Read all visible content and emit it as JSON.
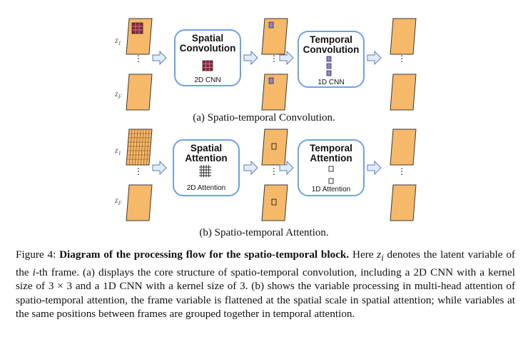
{
  "colors": {
    "frame_fill": "#f6b869",
    "frame_stroke": "#3a3a3a",
    "box_stroke": "#6ea1e8",
    "arrow_fill": "#e3ecf9",
    "arrow_stroke": "#5a7fb6",
    "cnn_kernel": "#8a2840",
    "temporal_kernel": "#8f84d8"
  },
  "top_row": {
    "z_top_label": "z",
    "z_top_sub": "1",
    "z_bottom_label": "z",
    "z_bottom_sub": "F",
    "spatial_box": {
      "title_line1": "Spatial",
      "title_line2": "Convolution",
      "sublabel": "2D CNN"
    },
    "temporal_box": {
      "title_line1": "Temporal",
      "title_line2": "Convolution",
      "sublabel": "1D CNN"
    },
    "subcaption": "(a) Spatio-temporal Convolution."
  },
  "bottom_row": {
    "z_top_label": "z",
    "z_top_sub": "1",
    "z_bottom_label": "z",
    "z_bottom_sub": "F",
    "spatial_box": {
      "title_line1": "Spatial",
      "title_line2": "Attention",
      "sublabel": "2D Attention"
    },
    "temporal_box": {
      "title_line1": "Temporal",
      "title_line2": "Attention",
      "sublabel": "1D Attention"
    },
    "subcaption": "(b) Spatio-temporal Attention."
  },
  "caption": {
    "lead": "Figure 4: ",
    "bold": "Diagram of the processing flow for the spatio-temporal block.",
    "t1": " Here ",
    "z_var": "z",
    "z_sub": "i",
    "t2": " denotes the latent variable of the ",
    "i_var": "i",
    "t3": "-th frame. (a) displays the core structure of spatio-temporal convolution, including a 2D CNN with a kernel size of ",
    "k1": "3 × 3",
    "t4": " and a 1D CNN with a kernel size of 3. (b) shows the variable processing in multi-head attention of spatio-temporal attention, the frame variable is flattened at the spatial scale in spatial attention; while variables at the same positions between frames are grouped together in temporal attention."
  }
}
